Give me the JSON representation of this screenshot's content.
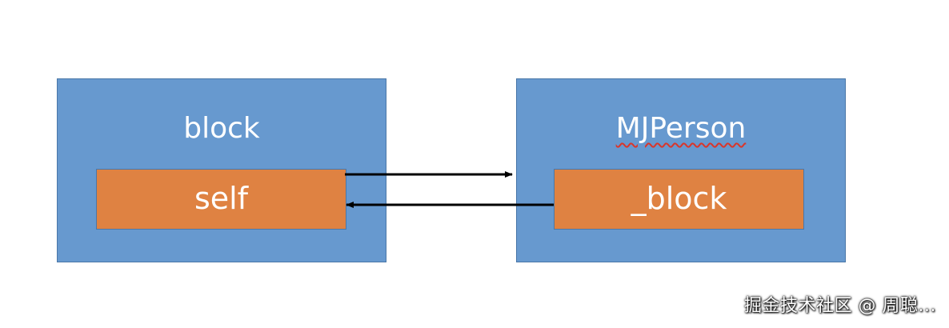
{
  "diagram": {
    "left_box": {
      "title": "block",
      "inner_label": "self"
    },
    "right_box": {
      "title": "MJPerson",
      "inner_label": "_block"
    }
  },
  "colors": {
    "outer_fill": "#6799cf",
    "inner_fill": "#df8242",
    "border": "#4a77a8",
    "arrow": "#000000",
    "text": "#ffffff"
  },
  "watermark": "掘金技术社区 @ 周聪..."
}
